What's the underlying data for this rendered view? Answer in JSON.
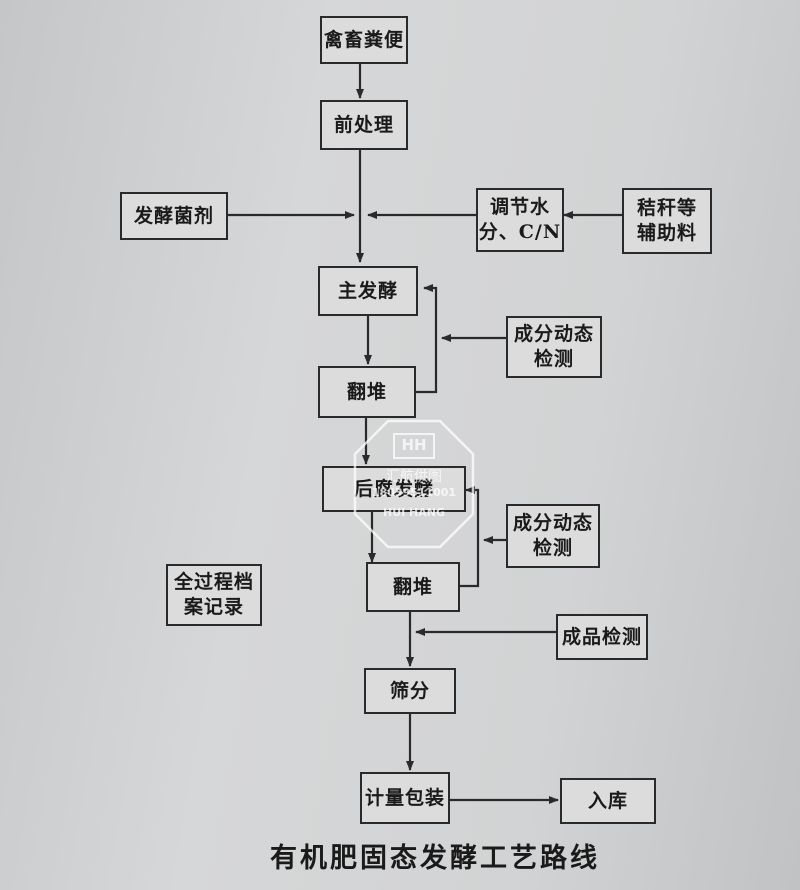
{
  "nodes": {
    "manure": "禽畜粪便",
    "pretreatment": "前处理",
    "inoculant": "发酵菌剂",
    "adjust": "调节水\n分、C/N",
    "straw": "秸秆等\n辅助料",
    "main_fermentation": "主发酵",
    "monitor1": "成分动态\n检测",
    "turning1": "翻堆",
    "post_fermentation": "后腐发酵",
    "monitor2": "成分动态\n检测",
    "turning2": "翻堆",
    "records": "全过程档\n案记录",
    "product_test": "成品检测",
    "screening": "筛分",
    "packaging": "计量包装",
    "storage": "入库"
  },
  "caption": "有机肥固态发酵工艺路线",
  "watermark": {
    "logo": "HH",
    "line1": "汇航供图",
    "line2": "18039511001",
    "line3": "HUI HANG"
  },
  "colors": {
    "line": "#2a2a2a",
    "box_bg": "#dcdcdc"
  }
}
